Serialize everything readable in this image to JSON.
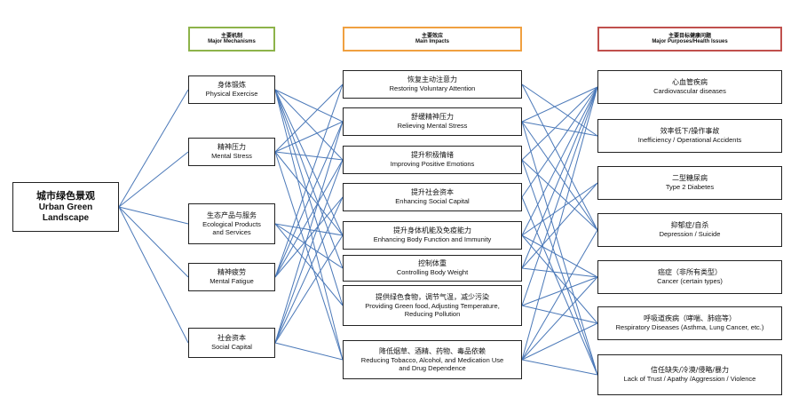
{
  "root": {
    "zh": "城市绿色景观",
    "en_line1": "Urban Green",
    "en_line2": "Landscape"
  },
  "headers": {
    "mechanisms": {
      "zh": "主要机制",
      "en": "Major Mechanisms",
      "color": "#8db34a"
    },
    "impacts": {
      "zh": "主要效应",
      "en": "Main Impacts",
      "color": "#f0a040"
    },
    "purposes": {
      "zh": "主要目标健康问题",
      "en": "Major Purposes/Health Issues",
      "color": "#c0504d"
    }
  },
  "mechanisms": [
    {
      "zh": "身体锻炼",
      "en": "Physical Exercise"
    },
    {
      "zh": "精神压力",
      "en": "Mental Stress"
    },
    {
      "zh": "生态产品与服务",
      "en": "Ecological Products",
      "en2": "and Services"
    },
    {
      "zh": "精神疲劳",
      "en": "Mental Fatigue"
    },
    {
      "zh": "社会资本",
      "en": "Social Capital"
    }
  ],
  "impacts": [
    {
      "zh": "恢复主动注意力",
      "en": "Restoring Voluntary Attention"
    },
    {
      "zh": "舒缓精神压力",
      "en": "Relieving Mental Stress"
    },
    {
      "zh": "提升积极情绪",
      "en": "Improving Positive Emotions"
    },
    {
      "zh": "提升社会资本",
      "en": "Enhancing Social Capital"
    },
    {
      "zh": "提升身体机能及免疫能力",
      "en": "Enhancing Body Function and Immunity"
    },
    {
      "zh": "控制体重",
      "en": "Controlling Body Weight"
    },
    {
      "zh": "提供绿色食物，调节气温，减少污染",
      "en": "Providing Green food, Adjusting Temperature,",
      "en2": "Reducing Pollution"
    },
    {
      "zh": "降低烟草、酒精、药物、毒品依赖",
      "en": "Reducing Tobacco, Alcohol, and Medication Use",
      "en2": "and Drug Dependence"
    }
  ],
  "purposes": [
    {
      "zh": "心血管疾病",
      "en": "Cardiovascular diseases"
    },
    {
      "zh": "效率低下/操作事故",
      "en": "Inefficiency / Operational Accidents"
    },
    {
      "zh": "二型糖尿病",
      "en": "Type 2 Diabetes"
    },
    {
      "zh": "抑郁症/自杀",
      "en": "Depression / Suicide"
    },
    {
      "zh": "癌症（非所有类型）",
      "en": "Cancer (certain types)"
    },
    {
      "zh": "呼吸道疾病（哮喘、肺癌等）",
      "en": "Respiratory Diseases (Asthma, Lung Cancer, etc.)"
    },
    {
      "zh": "信任缺失/冷漠/侵略/暴力",
      "en": "Lack of Trust / Apathy /Aggression / Violence"
    }
  ],
  "colors": {
    "connector": "#4a78b8",
    "box_border": "#222222"
  }
}
